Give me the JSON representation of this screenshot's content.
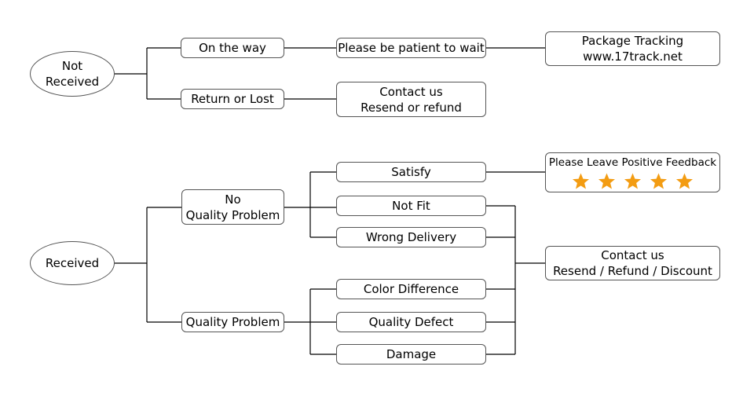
{
  "colors": {
    "line": "#000000",
    "border": "#555555",
    "star": "#f39c12"
  },
  "nodes": {
    "not_received": {
      "line1": "Not",
      "line2": "Received"
    },
    "on_the_way": "On the way",
    "return_or_lost": "Return or Lost",
    "patient": "Please be patient to wait",
    "contact_resend": {
      "line1": "Contact us",
      "line2": "Resend or refund"
    },
    "tracking": {
      "line1": "Package Tracking",
      "line2": "www.17track.net"
    },
    "received": "Received",
    "no_quality": {
      "line1": "No",
      "line2": "Quality Problem"
    },
    "quality": "Quality Problem",
    "satisfy": "Satisfy",
    "not_fit": "Not Fit",
    "wrong_delivery": "Wrong Delivery",
    "color_diff": "Color Difference",
    "quality_defect": "Quality Defect",
    "damage": "Damage",
    "feedback": {
      "label": "Please Leave Positive Feedback",
      "stars": 5,
      "star_icon": "star-icon"
    },
    "contact_discount": {
      "line1": "Contact us",
      "line2": "Resend / Refund / Discount"
    }
  }
}
